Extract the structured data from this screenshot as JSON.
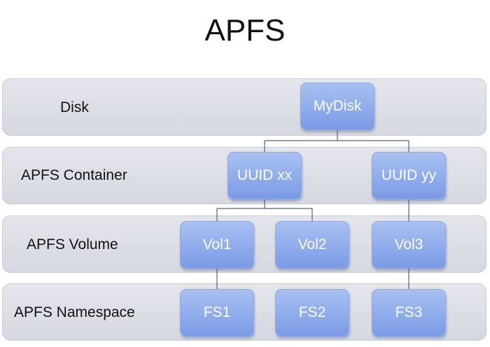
{
  "title": "APFS",
  "layers": [
    {
      "label": "Disk"
    },
    {
      "label": "APFS Container"
    },
    {
      "label": "APFS Volume"
    },
    {
      "label": "APFS Namespace"
    }
  ],
  "nodes": {
    "disk": "MyDisk",
    "container_xx": "UUID xx",
    "container_yy": "UUID yy",
    "vol1": "Vol1",
    "vol2": "Vol2",
    "vol3": "Vol3",
    "fs1": "FS1",
    "fs2": "FS2",
    "fs3": "FS3"
  }
}
